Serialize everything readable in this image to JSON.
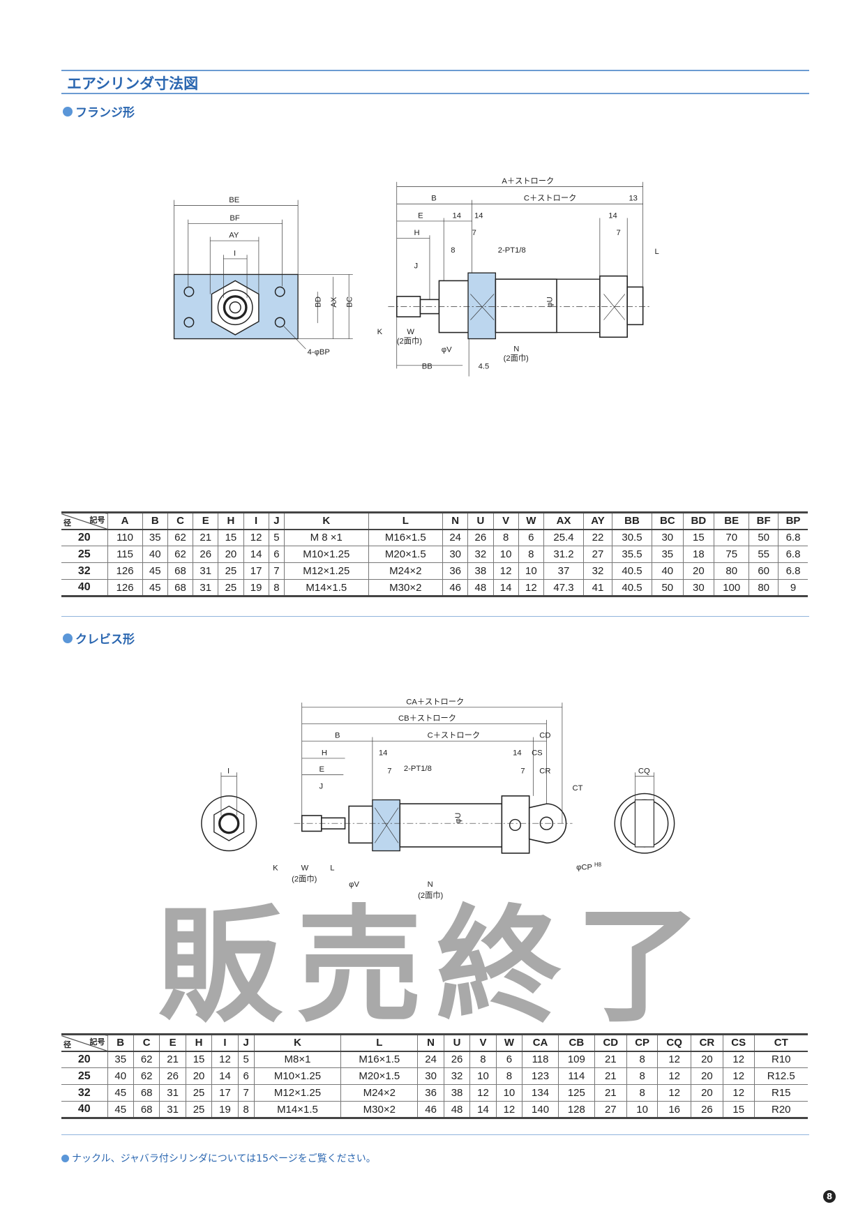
{
  "page": {
    "title": "エアシリンダ寸法図",
    "number": "8",
    "watermark": "販売終了",
    "note": "ナックル、ジャバラ付シリンダについては15ページをご覧ください。"
  },
  "flange": {
    "heading": "フランジ形",
    "labels": {
      "BE": "BE",
      "BF": "BF",
      "AY": "AY",
      "I": "I",
      "BD": "BD",
      "AX": "AX",
      "BC": "BC",
      "BP": "4-φBP",
      "A": "A＋ストローク",
      "B": "B",
      "C": "C＋ストローク",
      "d13": "13",
      "E": "E",
      "d14a": "14",
      "d14b": "14",
      "H": "H",
      "d7a": "7",
      "d14c": "14",
      "d7b": "7",
      "J": "J",
      "d8": "8",
      "PT": "2-PT1/8",
      "L": "L",
      "U": "φU",
      "K": "K",
      "W": "W",
      "W2": "(2面巾)",
      "V": "φV",
      "N": "N",
      "N2": "(2面巾)",
      "BB": "BB",
      "d45": "4.5"
    },
    "table": {
      "corner_top": "記号",
      "corner_bottom": "径",
      "headers": [
        "A",
        "B",
        "C",
        "E",
        "H",
        "I",
        "J",
        "K",
        "L",
        "N",
        "U",
        "V",
        "W",
        "AX",
        "AY",
        "BB",
        "BC",
        "BD",
        "BE",
        "BF",
        "BP"
      ],
      "rows": [
        [
          "20",
          "110",
          "35",
          "62",
          "21",
          "15",
          "12",
          "5",
          "M 8 ×1",
          "M16×1.5",
          "24",
          "26",
          "8",
          "6",
          "25.4",
          "22",
          "30.5",
          "30",
          "15",
          "70",
          "50",
          "6.8"
        ],
        [
          "25",
          "115",
          "40",
          "62",
          "26",
          "20",
          "14",
          "6",
          "M10×1.25",
          "M20×1.5",
          "30",
          "32",
          "10",
          "8",
          "31.2",
          "27",
          "35.5",
          "35",
          "18",
          "75",
          "55",
          "6.8"
        ],
        [
          "32",
          "126",
          "45",
          "68",
          "31",
          "25",
          "17",
          "7",
          "M12×1.25",
          "M24×2",
          "36",
          "38",
          "12",
          "10",
          "37",
          "32",
          "40.5",
          "40",
          "20",
          "80",
          "60",
          "6.8"
        ],
        [
          "40",
          "126",
          "45",
          "68",
          "31",
          "25",
          "19",
          "8",
          "M14×1.5",
          "M30×2",
          "46",
          "48",
          "14",
          "12",
          "47.3",
          "41",
          "40.5",
          "50",
          "30",
          "100",
          "80",
          "9"
        ]
      ]
    }
  },
  "clevis": {
    "heading": "クレビス形",
    "labels": {
      "I": "I",
      "CA": "CA＋ストローク",
      "CB": "CB＋ストローク",
      "B": "B",
      "C": "C＋ストローク",
      "CD": "CD",
      "H": "H",
      "d14a": "14",
      "d14b": "14",
      "CS": "CS",
      "E": "E",
      "d7a": "7",
      "PT": "2-PT1/8",
      "d7b": "7",
      "CR": "CR",
      "J": "J",
      "CT": "CT",
      "U": "φU",
      "K": "K",
      "W": "W",
      "W2": "(2面巾)",
      "L": "L",
      "V": "φV",
      "N": "N",
      "N2": "(2面巾)",
      "CP": "φCP",
      "CP_tol": "H8",
      "CQ": "CQ"
    },
    "table": {
      "corner_top": "記号",
      "corner_bottom": "径",
      "headers": [
        "B",
        "C",
        "E",
        "H",
        "I",
        "J",
        "K",
        "L",
        "N",
        "U",
        "V",
        "W",
        "CA",
        "CB",
        "CD",
        "CP",
        "CQ",
        "CR",
        "CS",
        "CT"
      ],
      "rows": [
        [
          "20",
          "35",
          "62",
          "21",
          "15",
          "12",
          "5",
          "M8×1",
          "M16×1.5",
          "24",
          "26",
          "8",
          "6",
          "118",
          "109",
          "21",
          "8",
          "12",
          "20",
          "12",
          "R10"
        ],
        [
          "25",
          "40",
          "62",
          "26",
          "20",
          "14",
          "6",
          "M10×1.25",
          "M20×1.5",
          "30",
          "32",
          "10",
          "8",
          "123",
          "114",
          "21",
          "8",
          "12",
          "20",
          "12",
          "R12.5"
        ],
        [
          "32",
          "45",
          "68",
          "31",
          "25",
          "17",
          "7",
          "M12×1.25",
          "M24×2",
          "36",
          "38",
          "12",
          "10",
          "134",
          "125",
          "21",
          "8",
          "12",
          "20",
          "12",
          "R15"
        ],
        [
          "40",
          "45",
          "68",
          "31",
          "25",
          "19",
          "8",
          "M14×1.5",
          "M30×2",
          "46",
          "48",
          "14",
          "12",
          "140",
          "128",
          "27",
          "10",
          "16",
          "26",
          "15",
          "R20"
        ]
      ]
    }
  },
  "colors": {
    "accent": "#2a66b0",
    "bullet": "#5a96d8"
  }
}
